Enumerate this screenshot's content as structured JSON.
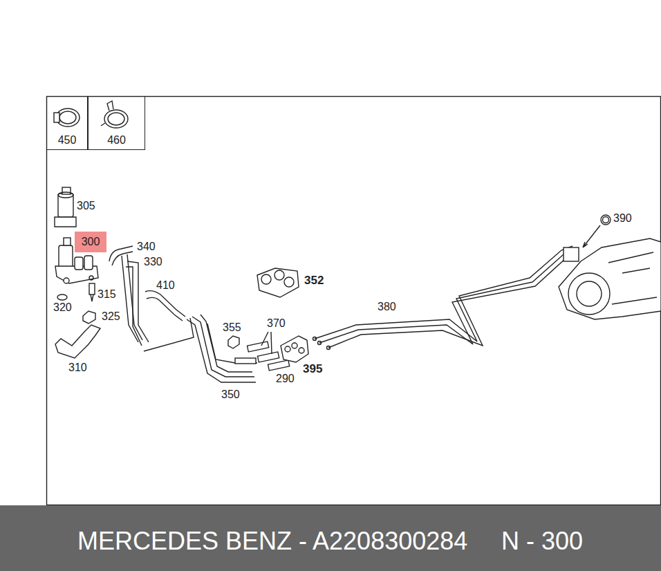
{
  "diagram": {
    "caption": "MERCEDES BENZ - A2208300284",
    "nodes": [
      {
        "text": [
          "450"
        ]
      },
      {
        "text": [
          "460"
        ]
      },
      {
        "text": [
          "300"
        ]
      }
    ],
    "labels": [
      "305",
      "340",
      "330",
      "410",
      "315",
      "320",
      "325",
      "310",
      "352",
      "355",
      "370",
      "380",
      "390",
      "395",
      "290",
      "350",
      "N - 300"
    ]
  }
}
